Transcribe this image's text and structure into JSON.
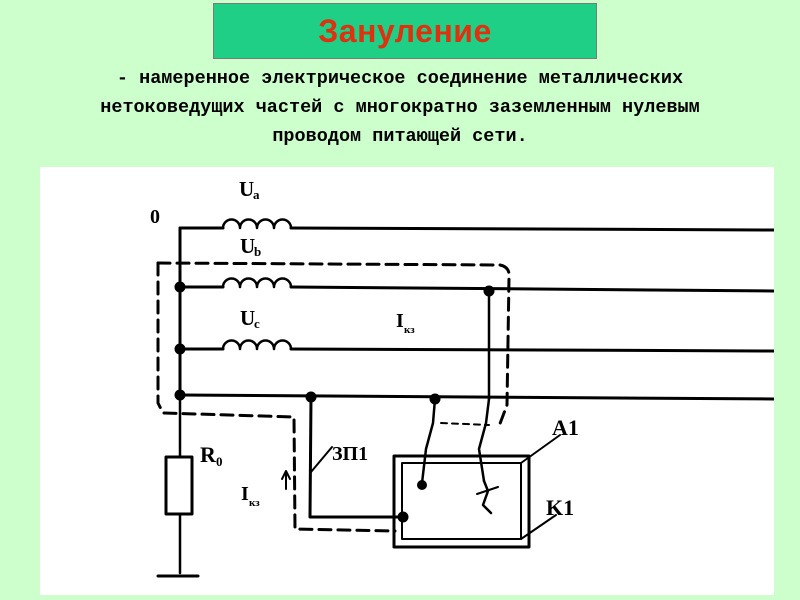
{
  "title": "Зануление",
  "definition_lines": [
    "- намеренное электрическое  соединение  металлических",
    "нетоковедущих частей с многократно заземленным нулевым",
    "проводом питающей сети."
  ],
  "diagram": {
    "labels": {
      "zero": "0",
      "ua": "U",
      "ua_sub": "a",
      "ub": "U",
      "ub_sub": "b",
      "uc": "U",
      "uc_sub": "c",
      "ikz_top": "I",
      "ikz_top_sub": "кз",
      "r0": "R",
      "r0_sub": "0",
      "zp1": "ЗП1",
      "ikz_left": "I",
      "ikz_left_sub": "кз",
      "a1": "A1",
      "k1": "K1"
    }
  },
  "colors": {
    "background": "#ccffcc",
    "title_box": "#1fcf86",
    "title_text": "#e0300f",
    "diagram_bg": "#ffffff"
  }
}
